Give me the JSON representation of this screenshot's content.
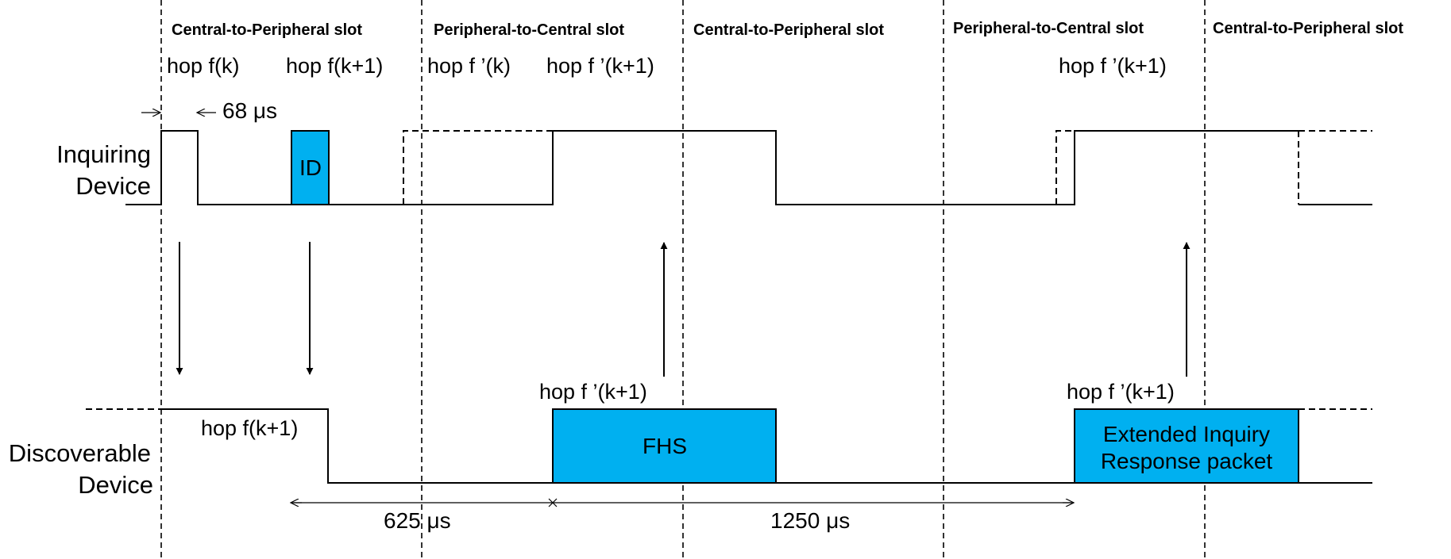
{
  "slots": [
    "Central-to-Peripheral slot",
    "Peripheral-to-Central slot",
    "Central-to-Peripheral slot",
    "Peripheral-to-Central slot",
    "Central-to-Peripheral slot"
  ],
  "hops": {
    "top_fk": "hop f(k)",
    "top_fk1": "hop f(k+1)",
    "top_fpk": "hop f ’(k)",
    "top_fpk1": "hop f ’(k+1)",
    "top_fpk1_late": "hop f ’(k+1)",
    "disc_fk1": "hop f(k+1)",
    "fhs_hop": "hop f ’(k+1)",
    "eir_hop": "hop f ’(k+1)"
  },
  "devices": {
    "inquiring": [
      "Inquiring",
      "Device"
    ],
    "discoverable": [
      "Discoverable",
      "Device"
    ]
  },
  "packets": {
    "id": "ID",
    "fhs": "FHS",
    "eir": [
      "Extended Inquiry",
      "Response packet"
    ]
  },
  "timings": {
    "guard": "68 μs",
    "t625": "625 μs",
    "t1250": "1250 μs"
  },
  "colors": {
    "packet_fill": "#00b0f0"
  }
}
